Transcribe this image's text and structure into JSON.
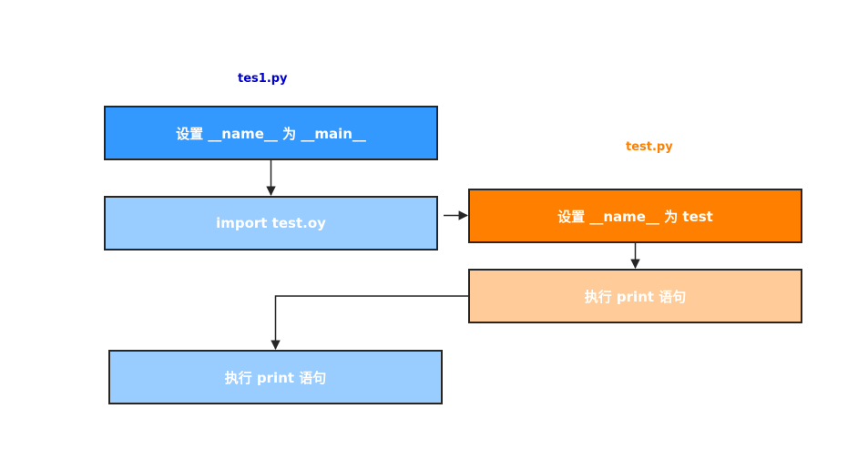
{
  "colors": {
    "blue_dark": "#3399ff",
    "blue_light": "#99ccff",
    "orange_dark": "#ff8000",
    "orange_light": "#ffcc99",
    "caption_blue": "#0000cc",
    "caption_orange": "#ff8000",
    "border": "#262626"
  },
  "captions": {
    "left": "tes1.py",
    "right": "test.py"
  },
  "nodes": {
    "set_name_main": "设置 __name__ 为 __main__",
    "import_test": "import test.oy",
    "set_name_test": "设置 __name__ 为 test",
    "print_in_test": "执行 print 语句",
    "print_in_tes1": "执行 print 语句"
  }
}
